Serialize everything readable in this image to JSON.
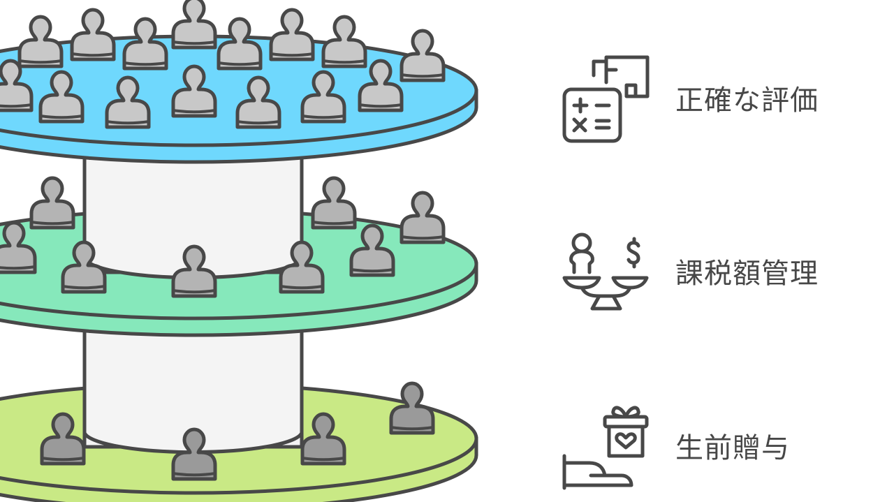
{
  "items": [
    {
      "label": "正確な評価",
      "icon": "calculator-document-icon"
    },
    {
      "label": "課税額管理",
      "icon": "person-dollar-scale-icon"
    },
    {
      "label": "生前贈与",
      "icon": "hand-gift-icon"
    }
  ],
  "colors": {
    "tier_top": "#6fd8fd",
    "tier_middle": "#86e8bb",
    "tier_bottom": "#c9e985",
    "column": "#f4f4f4",
    "person_light": "#c8c8c8",
    "person_mid": "#b4b4b4",
    "person_dark": "#9a9a9a",
    "outline": "#484848"
  }
}
